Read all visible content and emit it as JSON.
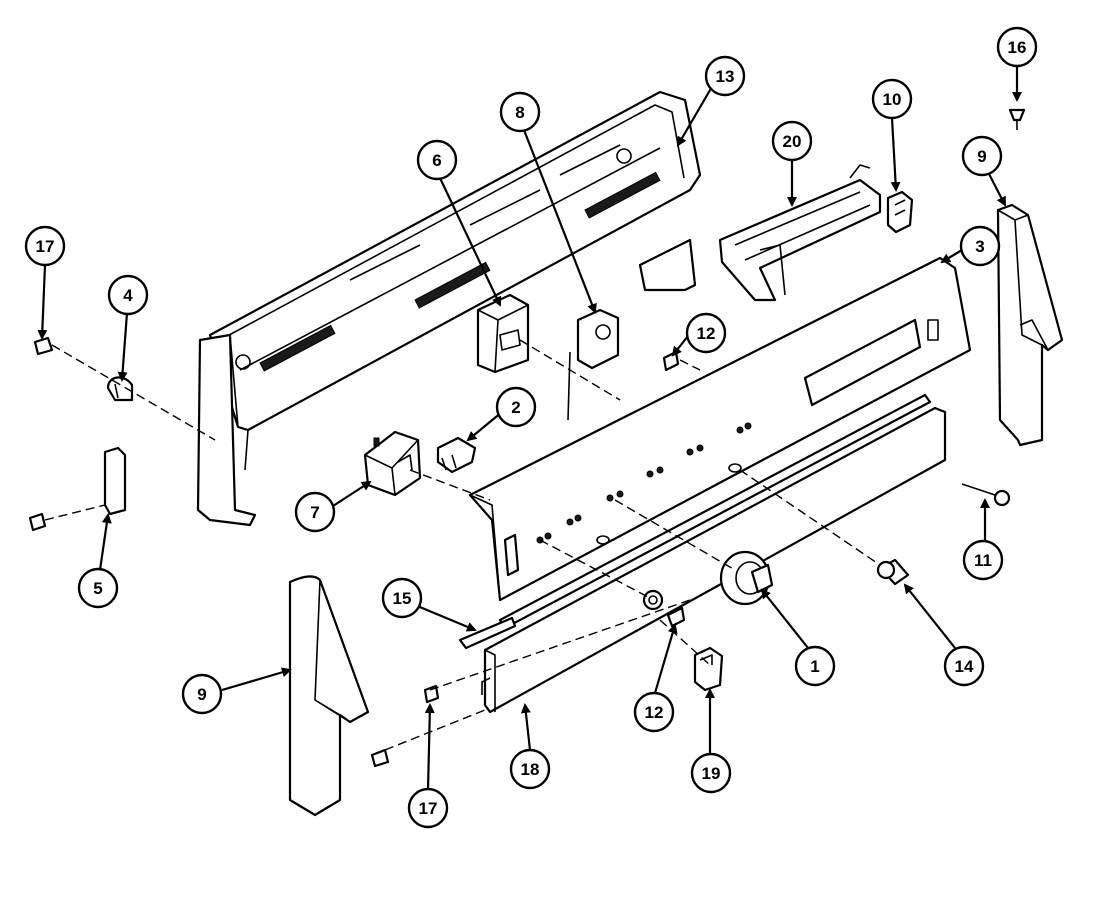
{
  "callouts": [
    "17",
    "4",
    "5",
    "6",
    "8",
    "13",
    "20",
    "10",
    "16",
    "9",
    "3",
    "12",
    "2",
    "7",
    "11",
    "15",
    "1",
    "14",
    "9",
    "12",
    "17",
    "18",
    "19"
  ]
}
